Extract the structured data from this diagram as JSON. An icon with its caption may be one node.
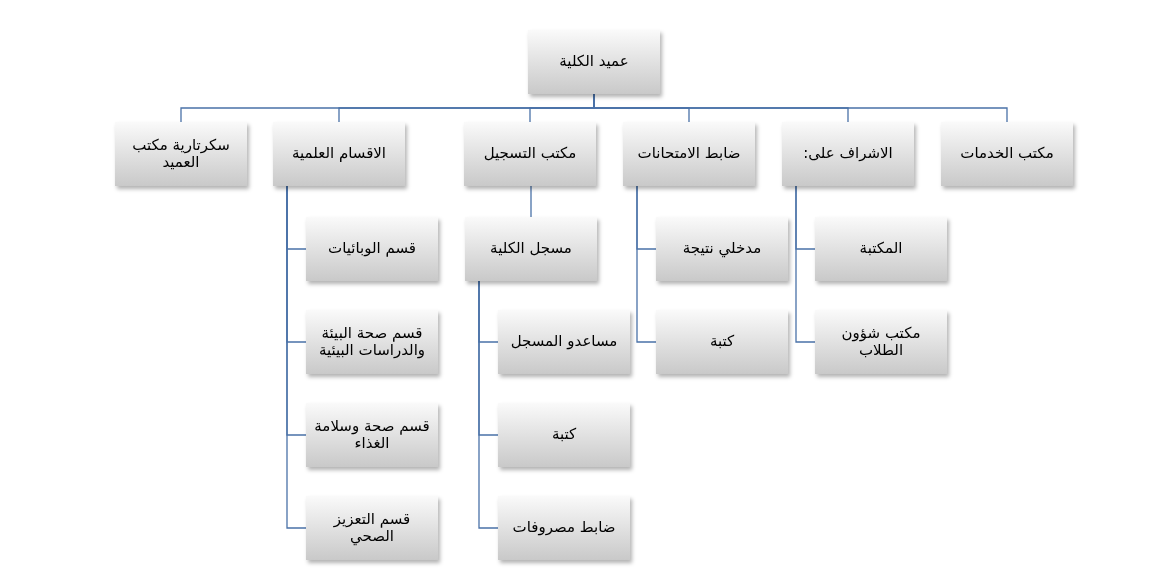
{
  "diagram": {
    "nodes": [
      {
        "text": [
          "عميد الكلية"
        ]
      },
      {
        "text": [
          "سكرتارية مكتب العميد"
        ]
      },
      {
        "text": [
          "الاقسام العلمية"
        ]
      },
      {
        "text": [
          "مكتب التسجيل"
        ]
      },
      {
        "text": [
          "ضابط الامتحانات"
        ]
      },
      {
        "text": [
          "الاشراف على:"
        ]
      },
      {
        "text": [
          "مكتب الخدمات"
        ]
      },
      {
        "text": [
          "قسم الوبائيات"
        ]
      },
      {
        "text": [
          "قسم صحة البيئة والدراسات البيئية"
        ]
      },
      {
        "text": [
          "قسم صحة وسلامة الغذاء"
        ]
      },
      {
        "text": [
          "قسم التعزيز الصحي"
        ]
      },
      {
        "text": [
          "مسجل الكلية"
        ]
      },
      {
        "text": [
          "مساعدو المسجل"
        ]
      },
      {
        "text": [
          "كتبة"
        ]
      },
      {
        "text": [
          "ضابط مصروفات"
        ]
      },
      {
        "text": [
          "مدخلي نتيجة"
        ]
      },
      {
        "text": [
          "كتبة"
        ]
      },
      {
        "text": [
          "المكتبة"
        ]
      },
      {
        "text": [
          "مكتب شؤون الطلاب"
        ]
      }
    ],
    "edges": [
      {
        "from": 0,
        "to": 1,
        "arrow": "none"
      },
      {
        "from": 0,
        "to": 2,
        "arrow": "none"
      },
      {
        "from": 0,
        "to": 3,
        "arrow": "none"
      },
      {
        "from": 0,
        "to": 4,
        "arrow": "none"
      },
      {
        "from": 0,
        "to": 5,
        "arrow": "none"
      },
      {
        "from": 0,
        "to": 6,
        "arrow": "none"
      },
      {
        "from": 2,
        "to": 7,
        "arrow": "none"
      },
      {
        "from": 2,
        "to": 8,
        "arrow": "none"
      },
      {
        "from": 2,
        "to": 9,
        "arrow": "none"
      },
      {
        "from": 2,
        "to": 10,
        "arrow": "none"
      },
      {
        "from": 3,
        "to": 11,
        "arrow": "none"
      },
      {
        "from": 11,
        "to": 12,
        "arrow": "none"
      },
      {
        "from": 11,
        "to": 13,
        "arrow": "none"
      },
      {
        "from": 11,
        "to": 14,
        "arrow": "none"
      },
      {
        "from": 4,
        "to": 15,
        "arrow": "none"
      },
      {
        "from": 4,
        "to": 16,
        "arrow": "none"
      },
      {
        "from": 5,
        "to": 17,
        "arrow": "none"
      },
      {
        "from": 5,
        "to": 18,
        "arrow": "none"
      }
    ]
  }
}
